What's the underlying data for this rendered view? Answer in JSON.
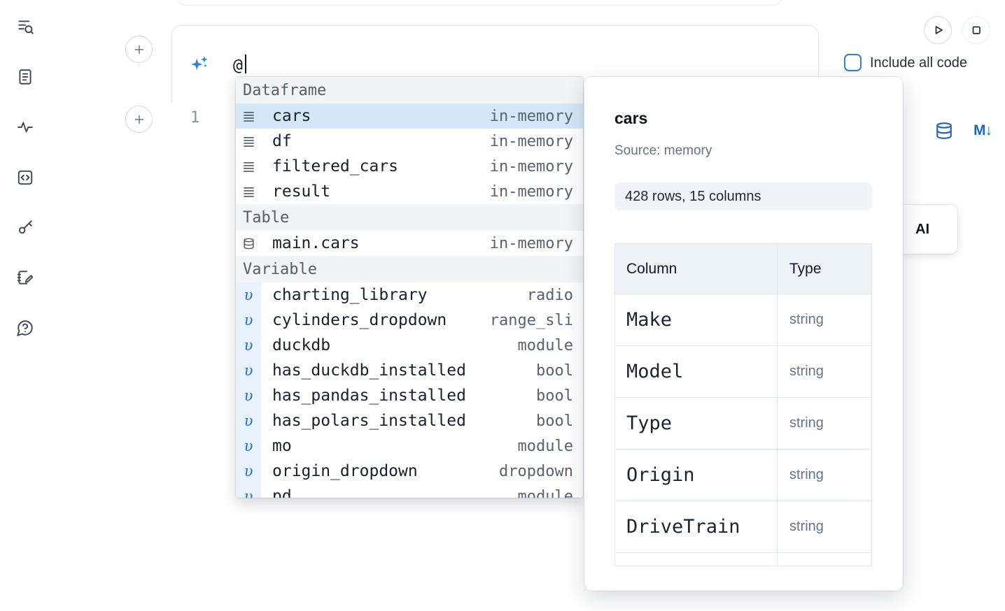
{
  "glyphs": {
    "variable": "υ",
    "markdown_export": "M↓"
  },
  "colors": {
    "accent_blue": "#2e7ee3",
    "selection_bg": "#d3e7f8",
    "checkbox_blue": "#2f7ced",
    "icon_blue": "#1f67c4"
  },
  "sidebar": {
    "icons": [
      "toc-search",
      "document",
      "activity-pulse",
      "code-snippets",
      "key",
      "scratchpad",
      "help-chat"
    ]
  },
  "run_controls": {
    "include_all_code_label": "Include all code",
    "include_all_code_checked": false
  },
  "ai_input": {
    "value": "@"
  },
  "code_cell": {
    "line_number": "1"
  },
  "autocomplete": {
    "sections": [
      {
        "title": "Dataframe",
        "items": [
          {
            "label": "cars",
            "type": "in-memory",
            "selected": true
          },
          {
            "label": "df",
            "type": "in-memory",
            "selected": false
          },
          {
            "label": "filtered_cars",
            "type": "in-memory",
            "selected": false
          },
          {
            "label": "result",
            "type": "in-memory",
            "selected": false
          }
        ]
      },
      {
        "title": "Table",
        "items": [
          {
            "label": "main.cars",
            "type": "in-memory",
            "selected": false
          }
        ]
      },
      {
        "title": "Variable",
        "items": [
          {
            "label": "charting_library",
            "type": "radio"
          },
          {
            "label": "cylinders_dropdown",
            "type": "range_sli"
          },
          {
            "label": "duckdb",
            "type": "module"
          },
          {
            "label": "has_duckdb_installed",
            "type": "bool"
          },
          {
            "label": "has_pandas_installed",
            "type": "bool"
          },
          {
            "label": "has_polars_installed",
            "type": "bool"
          },
          {
            "label": "mo",
            "type": "module"
          },
          {
            "label": "origin_dropdown",
            "type": "dropdown"
          },
          {
            "label": "pd",
            "type": "module"
          }
        ]
      }
    ]
  },
  "preview_panel": {
    "title": "cars",
    "source": "Source: memory",
    "shape_badge": "428 rows, 15 columns",
    "table": {
      "headers": [
        "Column",
        "Type"
      ],
      "rows": [
        [
          "Make",
          "string"
        ],
        [
          "Model",
          "string"
        ],
        [
          "Type",
          "string"
        ],
        [
          "Origin",
          "string"
        ],
        [
          "DriveTrain",
          "string"
        ]
      ]
    }
  },
  "occluded_button": {
    "visible_label": "AI"
  }
}
